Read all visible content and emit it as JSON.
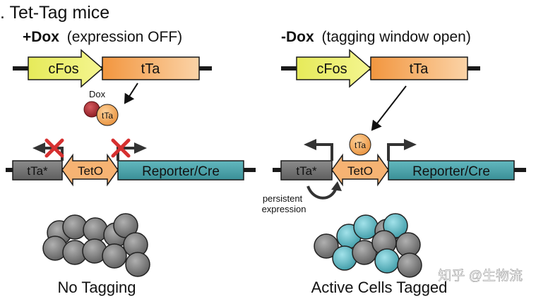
{
  "title": ". Tet-Tag mice",
  "left_panel": {
    "condition": "+Dox",
    "condition_note": "(expression OFF)",
    "promoter_label": "cFos",
    "driver_label": "tTa",
    "dox_label": "Dox",
    "bound_protein_label": "tTa",
    "tta_star_label": "tTa*",
    "teto_label": "TetO",
    "reporter_label": "Reporter/Cre",
    "outcome_label": "No Tagging"
  },
  "right_panel": {
    "condition": "-Dox",
    "condition_note": "(tagging window open)",
    "promoter_label": "cFos",
    "driver_label": "tTa",
    "bound_protein_label": "tTa",
    "tta_star_label": "tTa*",
    "teto_label": "TetO",
    "reporter_label": "Reporter/Cre",
    "loop_note_line1": "persistent",
    "loop_note_line2": "expression",
    "outcome_label": "Active Cells Tagged"
  },
  "watermark": "知乎 @生物流",
  "colors": {
    "cfos_fill": "#eef070",
    "tta_fill": "#f5a860",
    "teto_fill": "#f6b373",
    "reporter_fill": "#49a2a8",
    "tta_star_fill": "#7d7d7d",
    "dox_fill": "#b3252c",
    "inactive_cell": "#8a8a8a",
    "tagged_cell": "#69c4cf",
    "block_cross": "#d63030"
  },
  "icons": [
    "block-cross-icon",
    "bent-arrow-icon",
    "loop-arrow-icon"
  ]
}
